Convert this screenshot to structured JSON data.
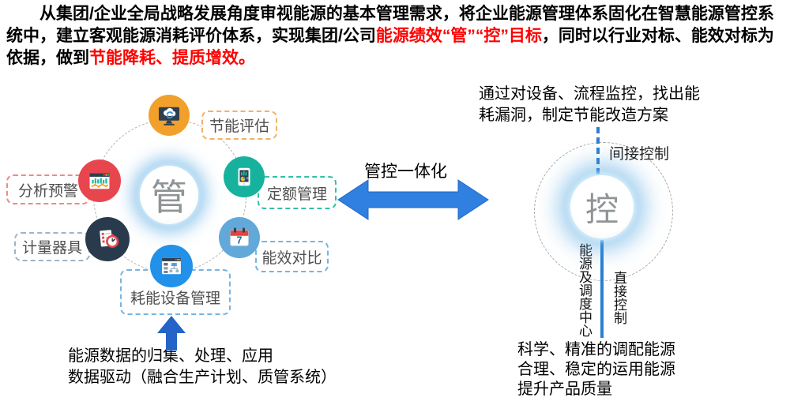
{
  "intro": {
    "part1": "从集团/企业全局战略发展角度审视能源的基本管理需求，将企业能源管理体系固化在智慧能源管控系统中，建立客观能源消耗评价体系，实现集团/公司",
    "part2": "能源绩效“管”“控”目标",
    "part3": "，同时以行业对标、能效对标为依据，做到",
    "part4": "节能降耗、提质增效。"
  },
  "manage": {
    "center_label": "管",
    "nodes": [
      {
        "label": "节能评估",
        "icon": "monitor-cloud-sync-icon",
        "color": "#f1a12b"
      },
      {
        "label": "定额管理",
        "icon": "tablet-chart-icon",
        "color": "#16b29e"
      },
      {
        "label": "能效对比",
        "icon": "calendar-icon",
        "color": "#62a9da"
      },
      {
        "label": "耗能设备管理",
        "icon": "org-window-icon",
        "color": "#2191e9"
      },
      {
        "label": "计量器具",
        "icon": "checklist-stopwatch-icon",
        "color": "#2a3a4d"
      },
      {
        "label": "分析预警",
        "icon": "chart-window-icon",
        "color": "#e8464e"
      }
    ],
    "calendar_day": "7",
    "bottom_note_line1": "能源数据的归集、处理、应用",
    "bottom_note_line2": "数据驱动（融合生产计划、质管系统）"
  },
  "link": {
    "label": "管控一体化"
  },
  "control": {
    "center_label": "控",
    "top_note_line1": "通过对设备、流程监控，找出能",
    "top_note_line2": "耗漏洞，制定节能改造方案",
    "indirect_label": "间接控制",
    "direct_label": "直接控制",
    "dispatch_label": "能源及调度中心",
    "bottom_note_line1": "科学、精准的调配能源",
    "bottom_note_line2": "合理、稳定的运用能源",
    "bottom_note_line3": "提升产品质量"
  },
  "colors": {
    "accent_blue": "#2f80e0",
    "glow_blue": "#48a2e0",
    "red_text": "#fe0000",
    "node_orange": "#f1a12b",
    "node_red": "#e8464e",
    "node_teal": "#16b29e",
    "node_navy": "#2a3a4d",
    "node_lightblue": "#62a9da",
    "node_blue": "#2191e9"
  }
}
